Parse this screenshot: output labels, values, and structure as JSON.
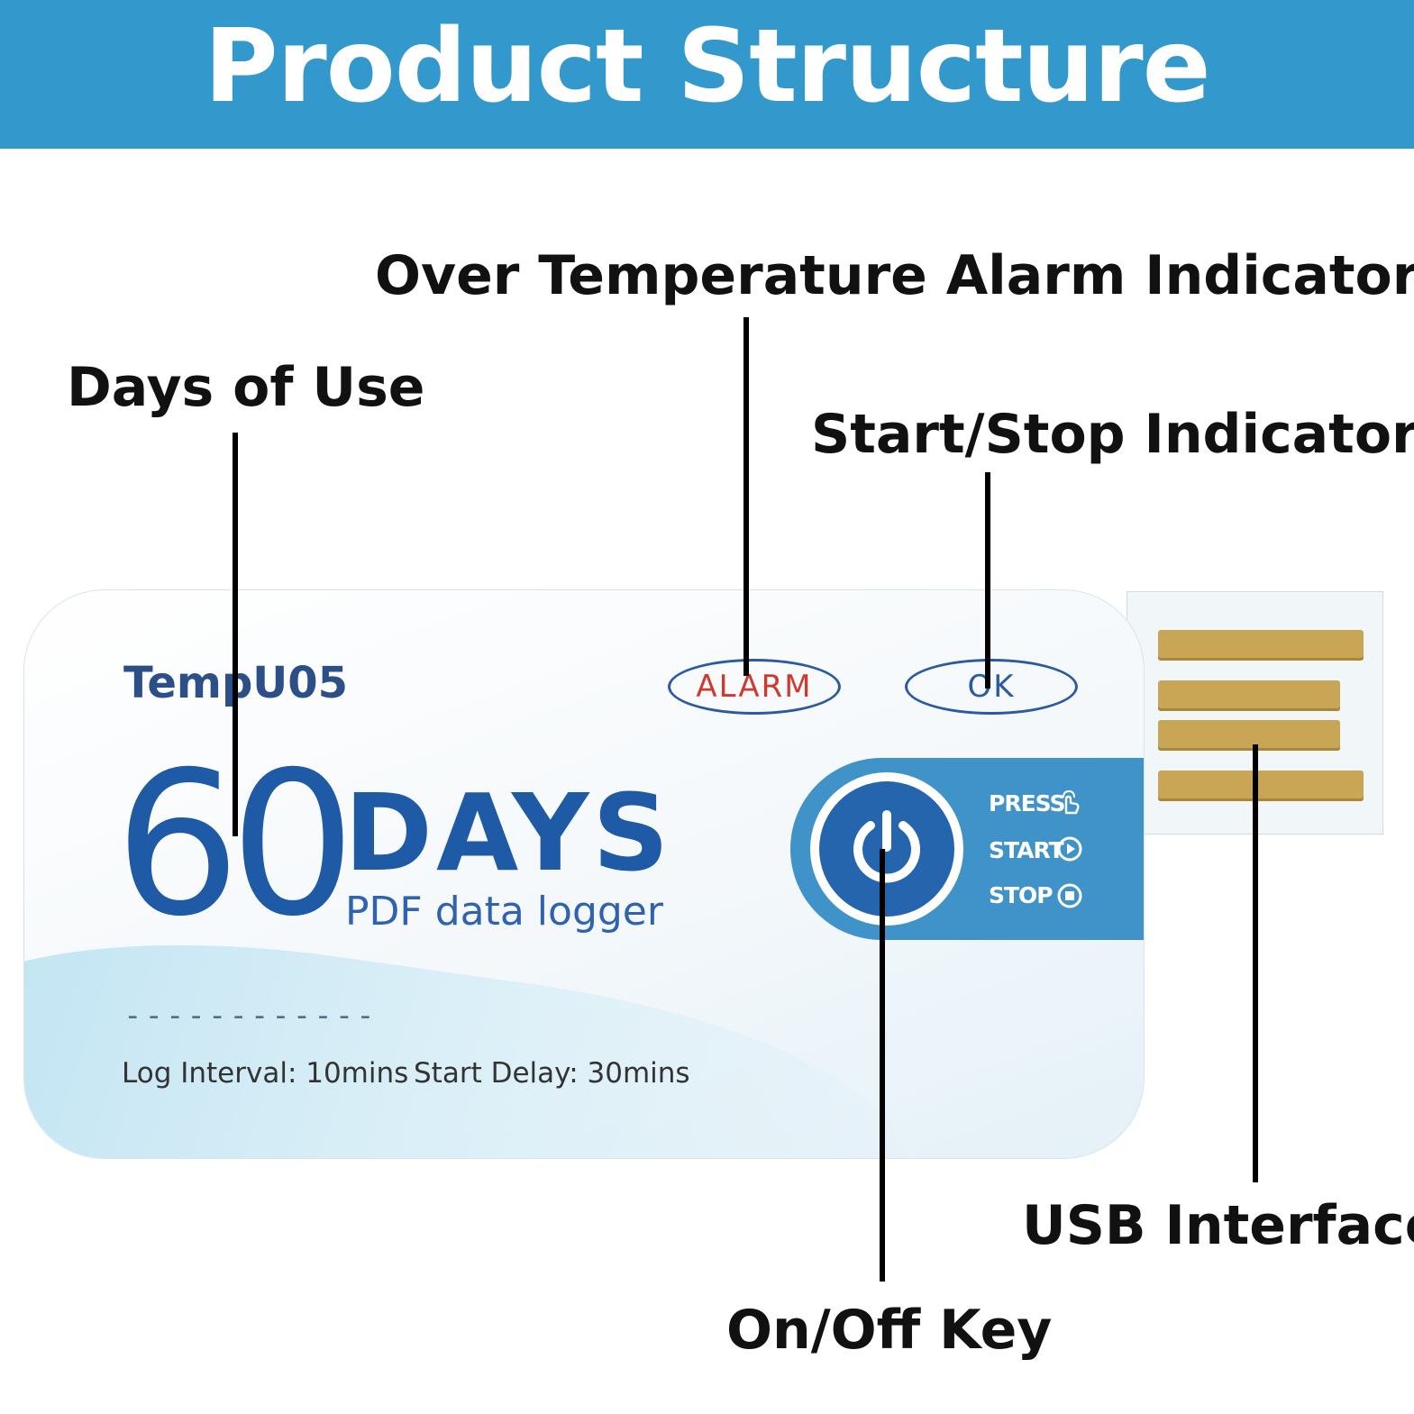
{
  "header": {
    "title": "Product Structure"
  },
  "callouts": {
    "alarm_indicator": "Over Temperature Alarm Indicator",
    "days_of_use": "Days of Use",
    "start_stop_indicator": "Start/Stop Indicator",
    "usb_interface": "USB Interface",
    "on_off_key": "On/Off Key"
  },
  "device": {
    "model": "TempU05",
    "days_number": "60",
    "days_unit": "DAYS",
    "subtitle": "PDF data logger",
    "dash_line": "------------",
    "log_interval": "Log Interval: 10mins",
    "start_delay": "Start Delay: 30mins",
    "alarm_label": "ALARM",
    "ok_label": "OK",
    "controls": {
      "press": "PRESS",
      "start": "START",
      "stop": "STOP"
    }
  },
  "colors": {
    "header_bg": "#3399cc",
    "brand_blue": "#1f5aa6",
    "alarm_red": "#d0392b",
    "usb_gold": "#c8a656"
  }
}
